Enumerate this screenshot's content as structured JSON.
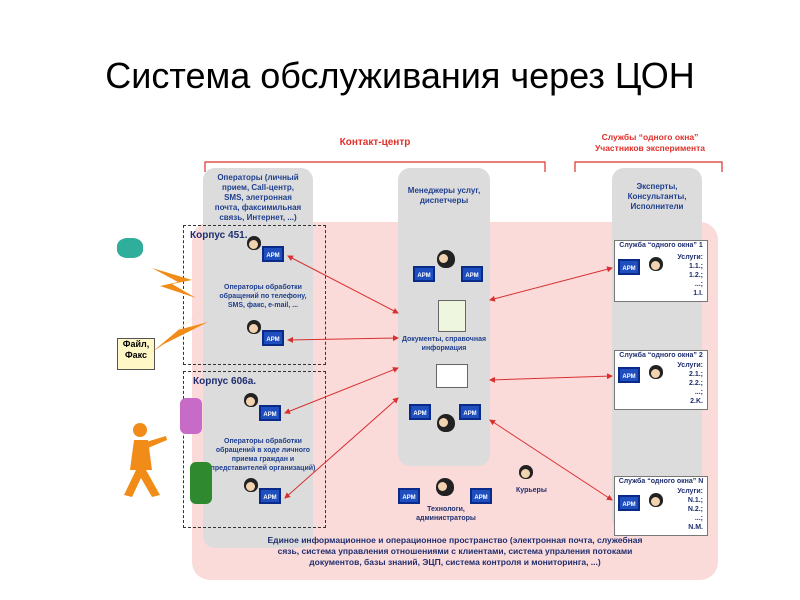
{
  "title": "Система обслуживания через ЦОН",
  "contact_center": "Контакт-центр",
  "one_window_header": [
    "Службы “одного окна”",
    "Участников эксперимента"
  ],
  "operators_col": [
    "Операторы (личный",
    "прием, Call-центр,",
    "SMS, элетронная",
    "почта, факсимильная",
    "связь, Интернет, ...)"
  ],
  "managers_col": [
    "Менеджеры услуг,",
    "диспетчеры"
  ],
  "experts_col": [
    "Эксперты,",
    "Консультанты,",
    "Исполнители"
  ],
  "korpus1": "Корпус 451.",
  "korpus2": "Корпус 606а.",
  "phone_ops": [
    "Операторы обработки",
    "обращений по телефону,",
    "SMS, факс, e-mail, ..."
  ],
  "inperson_ops": [
    "Операторы обработки",
    "обращений в ходе личного",
    "приема граждан и",
    "представителей организаций)"
  ],
  "docs": [
    "Документы, справочная",
    "информация"
  ],
  "file_fax": [
    "Файл,",
    "Факс"
  ],
  "couriers": "Курьеры",
  "tech": [
    "Технологи,",
    "администраторы"
  ],
  "arm": "АРМ",
  "services": [
    {
      "name": "Служба “одного окна” 1",
      "usl": "Услуги:",
      "items": [
        "1.1.;",
        "1.2.;",
        "...;",
        "1.I."
      ]
    },
    {
      "name": "Служба “одного окна” 2",
      "usl": "Услуги:",
      "items": [
        "2.1.;",
        "2.2.;",
        "...;",
        "2.K."
      ]
    },
    {
      "name": "Служба “одного окна” N",
      "usl": "Услуги:",
      "items": [
        "N.1.;",
        "N.2.;",
        "...;",
        "N.M."
      ]
    }
  ],
  "bottom": [
    "Единое информационное и операционное пространство (электронная почта, служебная",
    "сязь, система управления отношениями с клиентами, система упраления потоками",
    "документов, базы знаний, ЭЦП, система контроля и мониторинга, ...)"
  ],
  "colors": {
    "pink": "#fbdada",
    "gray": "#dcdcdc",
    "red": "#e0302a",
    "blue": "#1f3f8f",
    "arm_blue": "#1f4fbf"
  }
}
